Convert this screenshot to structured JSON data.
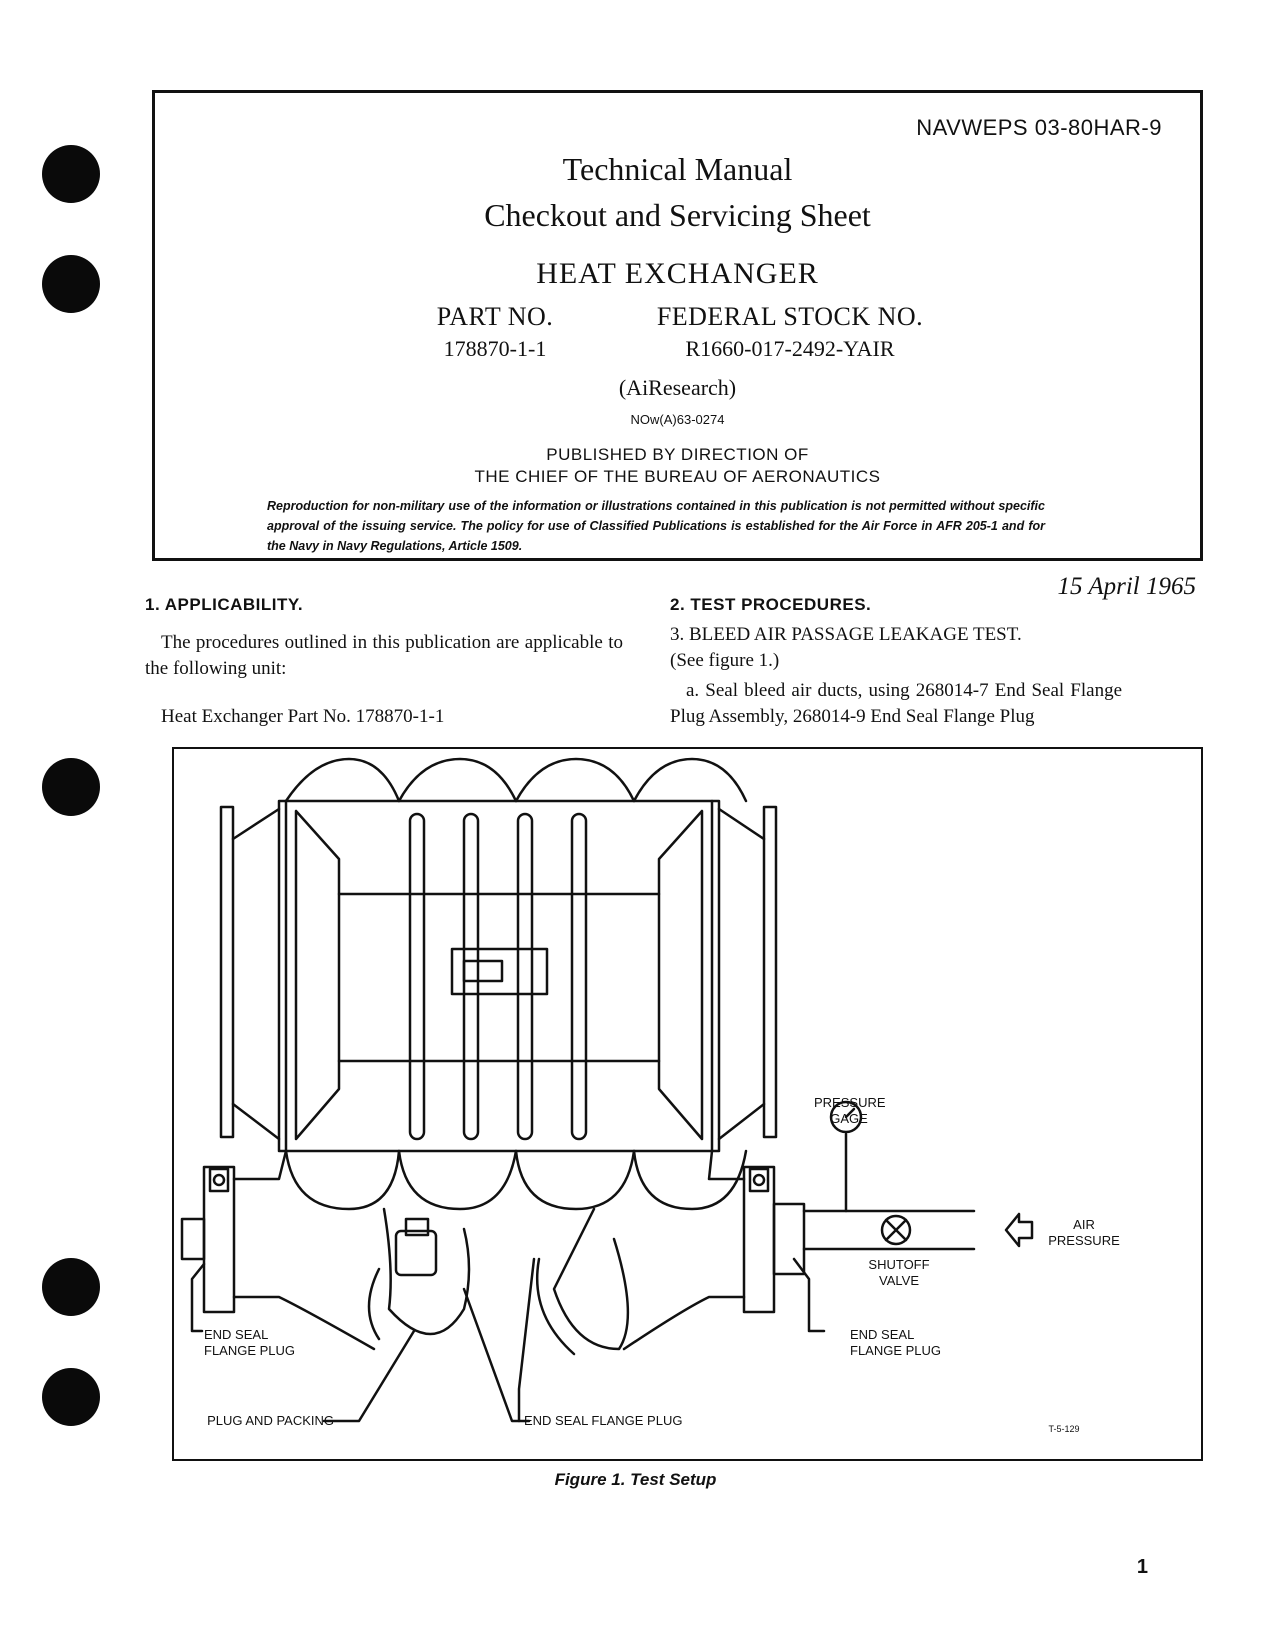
{
  "header": {
    "doc_number": "NAVWEPS 03-80HAR-9",
    "title_line1": "Technical Manual",
    "title_line2": "Checkout and Servicing Sheet",
    "subject": "HEAT EXCHANGER",
    "part_label": "PART NO.",
    "part_value": "178870-1-1",
    "stock_label": "FEDERAL STOCK NO.",
    "stock_value": "R1660-017-2492-YAIR",
    "manufacturer": "(AiResearch)",
    "contract": "NOw(A)63-0274",
    "published_line1": "PUBLISHED BY DIRECTION OF",
    "published_line2": "THE CHIEF OF THE BUREAU OF AERONAUTICS",
    "notice": "Reproduction for non-military use of the information or illustrations contained in this publication is not permitted without specific approval of the issuing service. The policy for use of Classified Publications is established for the Air Force in AFR 205-1 and for the Navy in Navy Regulations, Article 1509."
  },
  "date": "15 April 1965",
  "sections": {
    "applicability_heading": "1. APPLICABILITY.",
    "applicability_text": "The procedures outlined in this publication are applicable to the following unit:",
    "applicability_unit": "Heat Exchanger Part No. 178870-1-1",
    "test_heading": "2. TEST PROCEDURES.",
    "leak_test_heading": "3. BLEED AIR PASSAGE LEAKAGE TEST.",
    "leak_test_ref": "(See figure 1.)",
    "step_a": "a. Seal bleed air ducts, using 268014-7 End Seal Flange Plug Assembly, 268014-9 End Seal Flange Plug"
  },
  "figure": {
    "pressure_gage": "PRESSURE GAGE",
    "air_pressure": "AIR PRESSURE",
    "shutoff_valve": "SHUTOFF VALVE",
    "end_seal_left": "END SEAL FLANGE PLUG",
    "end_seal_right": "END SEAL FLANGE PLUG",
    "plug_packing": "PLUG AND PACKING",
    "end_seal_bottom": "END SEAL FLANGE PLUG",
    "drawing_id": "T-5-129",
    "caption": "Figure 1. Test Setup"
  },
  "page_number": "1"
}
